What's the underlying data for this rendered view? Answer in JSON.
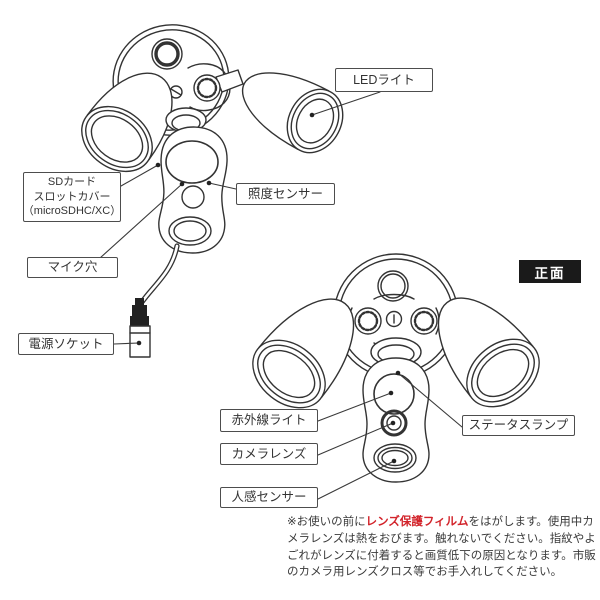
{
  "diagram": {
    "bottom_view": {
      "labels": {
        "led_light": "LEDライト",
        "sd_card": [
          "SDカード",
          "スロットカバー",
          "（microSDHC/XC）"
        ],
        "illuminance_sensor": "照度センサー",
        "mic_hole": "マイク穴",
        "power_socket": "電源ソケット"
      }
    },
    "front_view": {
      "badge": "正面",
      "labels": {
        "infrared_light": "赤外線ライト",
        "camera_lens": "カメラレンズ",
        "motion_sensor": "人感センサー",
        "status_lamp": "ステータスランプ"
      }
    },
    "note": {
      "prefix": "※お使いの前に",
      "highlight": "レンズ保護フィルム",
      "suffix": "をはがします。使用中カメラレンズは熱をおびます。触れないでください。指紋やよごれがレンズに付着すると画質低下の原因となります。市販のカメラ用レンズクロス等でお手入れしてください。"
    },
    "colors": {
      "line_art": "#333333",
      "leader_line": "#3a3a3a",
      "label_border": "#4d4d4d",
      "note_text": "#3a3a3a",
      "highlight_red": "#d2232a",
      "badge_bg": "#1a1a1a",
      "badge_text": "#ffffff"
    }
  }
}
